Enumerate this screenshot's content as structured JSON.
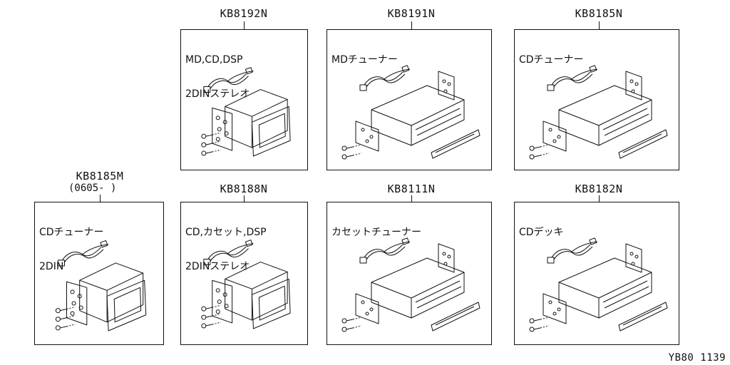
{
  "panels": [
    {
      "id": "kb8192n",
      "code": "KB8192N",
      "lines": [
        "MD,CD,DSP",
        "2DINステレオ"
      ],
      "note": "",
      "type": "2din"
    },
    {
      "id": "kb8191n",
      "code": "KB8191N",
      "lines": [
        "MDチューナー"
      ],
      "note": "",
      "type": "1din"
    },
    {
      "id": "kb8185n",
      "code": "KB8185N",
      "lines": [
        "CDチューナー"
      ],
      "note": "",
      "type": "1din"
    },
    {
      "id": "kb8185m",
      "code": "KB8185M",
      "lines": [
        "CDチューナー",
        "2DIN"
      ],
      "note": "(0605-  )",
      "type": "2din"
    },
    {
      "id": "kb8188n",
      "code": "KB8188N",
      "lines": [
        "CD,カセット,DSP",
        "2DINステレオ"
      ],
      "note": "",
      "type": "2din"
    },
    {
      "id": "kb8111n",
      "code": "KB8111N",
      "lines": [
        "カセットチューナー"
      ],
      "note": "",
      "type": "1din"
    },
    {
      "id": "kb8182n",
      "code": "KB8182N",
      "lines": [
        "CDデッキ"
      ],
      "note": "",
      "type": "1din"
    }
  ],
  "reference": "YB80 1139"
}
